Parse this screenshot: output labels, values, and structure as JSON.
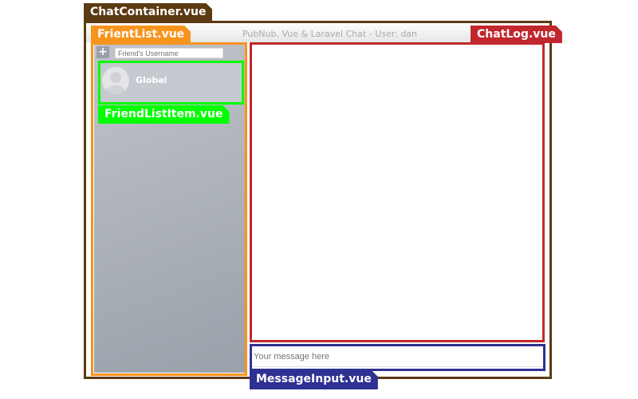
{
  "labels": {
    "chat_container": "ChatContainer.vue",
    "friend_list": "FrientList.vue",
    "friend_list_item": "FriendListItem.vue",
    "chat_log": "ChatLog.vue",
    "message_input": "MessageInput.vue"
  },
  "colors": {
    "chat_container": "#5c3a12",
    "friend_list": "#f7941d",
    "friend_list_item": "#00ff00",
    "chat_log": "#c1272d",
    "message_input": "#2e3192"
  },
  "app": {
    "title": "PubNub, Vue & Laravel Chat - User: dan"
  },
  "sidebar": {
    "add_label": "+",
    "friend_placeholder": "Friend's Username",
    "items": [
      {
        "name": "Global",
        "icon": "avatar-placeholder-icon"
      }
    ]
  },
  "message": {
    "placeholder": "Your message here"
  }
}
